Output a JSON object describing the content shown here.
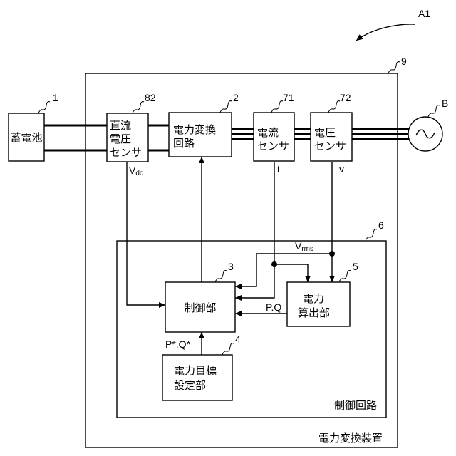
{
  "figure_label": "A1",
  "ref_numbers": {
    "device": "9",
    "battery": "1",
    "dc_sensor": "82",
    "converter": "2",
    "current_sensor": "71",
    "voltage_sensor": "72",
    "ac_source": "B",
    "control_circuit": "6",
    "controller": "3",
    "power_calc": "5",
    "target_setter": "4"
  },
  "blocks": {
    "battery": {
      "lines": [
        "蓄電池"
      ]
    },
    "dc_sensor": {
      "lines": [
        "直流",
        "電圧",
        "センサ"
      ]
    },
    "converter": {
      "lines": [
        "電力変換",
        "回路"
      ]
    },
    "current_sensor": {
      "lines": [
        "電流",
        "センサ"
      ]
    },
    "voltage_sensor": {
      "lines": [
        "電圧",
        "センサ"
      ]
    },
    "controller": {
      "lines": [
        "制御部"
      ]
    },
    "power_calc": {
      "lines": [
        "電力",
        "算出部"
      ]
    },
    "target_setter": {
      "lines": [
        "電力目標",
        "設定部"
      ]
    }
  },
  "containers": {
    "device": "電力変換装置",
    "control_circuit": "制御回路"
  },
  "signals": {
    "vdc": {
      "base": "V",
      "sub": "dc"
    },
    "i": "i",
    "v": "v",
    "vrms": {
      "base": "V",
      "sub": "rms"
    },
    "pq": "P.Q",
    "pq_target": "P*.Q*"
  }
}
